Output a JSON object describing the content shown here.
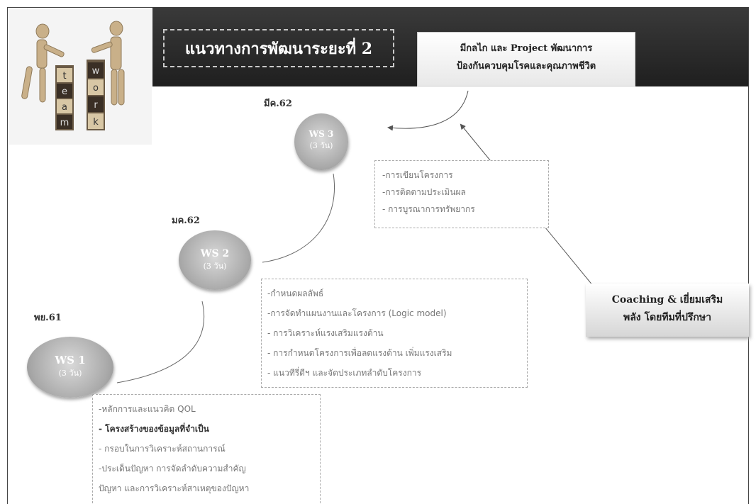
{
  "header": {
    "title": "แนวทางการพัฒนาระยะที่ 2",
    "topic_lines": [
      "มีกลไก และ Project พัฒนาการ",
      "ป้องกันควบคุมโรคและคุณภาพชีวิต"
    ]
  },
  "team_illustration": {
    "letters_left": [
      "t",
      "e",
      "a",
      "m"
    ],
    "letters_right": [
      "w",
      "o",
      "r",
      "k"
    ]
  },
  "coaching": {
    "lines": [
      "Coaching & เยี่ยมเสริม",
      "พลัง โดยทีมที่ปรึกษา"
    ]
  },
  "workshops": [
    {
      "date": "พย.61",
      "name": "WS 1",
      "days": "(3 วัน)",
      "items": [
        "-หลักการและแนวคิด QOL",
        "- โครงสร้างของข้อมูลที่จำเป็น",
        "- กรอบในการวิเคราะห์สถานการณ์",
        "-ประเด็นปัญหา การจัดลำดับความสำคัญ",
        "ปัญหา และการวิเคราะห์สาเหตุของปัญหา"
      ]
    },
    {
      "date": "มค.62",
      "name": "WS 2",
      "days": "(3 วัน)",
      "items": [
        "-กำหนดผลลัพธ์",
        "-การจัดทำแผนงานและโครงการ (Logic model)",
        "- การวิเคราะห์แรงเสริมแรงต้าน",
        "- การกำหนดโครงการเพื่อลดแรงต้าน เพิ่มแรงเสริม",
        "- แนวทีรี่ดีฯ และจัดประเภทลำดับโครงการ"
      ]
    },
    {
      "date": "มีค.62",
      "name": "WS 3",
      "days": "(3 วัน)",
      "items": [
        "-การเขียนโครงการ",
        "-การติดตามประเมินผล",
        "- การบูรณาการทรัพยากร"
      ]
    }
  ]
}
